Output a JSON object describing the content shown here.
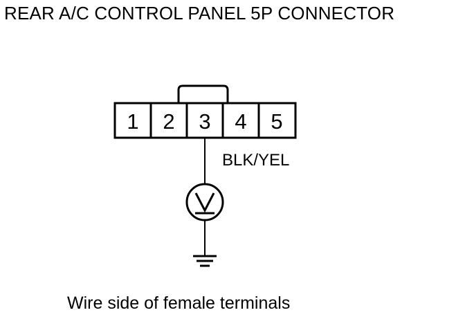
{
  "title": "REAR A/C CONTROL PANEL 5P CONNECTOR",
  "connector": {
    "pins": [
      "1",
      "2",
      "3",
      "4",
      "5"
    ],
    "measured_pin": "3"
  },
  "wire_label": "BLK/YEL",
  "meter_icon": "voltmeter-icon",
  "ground_icon": "ground-icon",
  "caption": "Wire side of female terminals"
}
